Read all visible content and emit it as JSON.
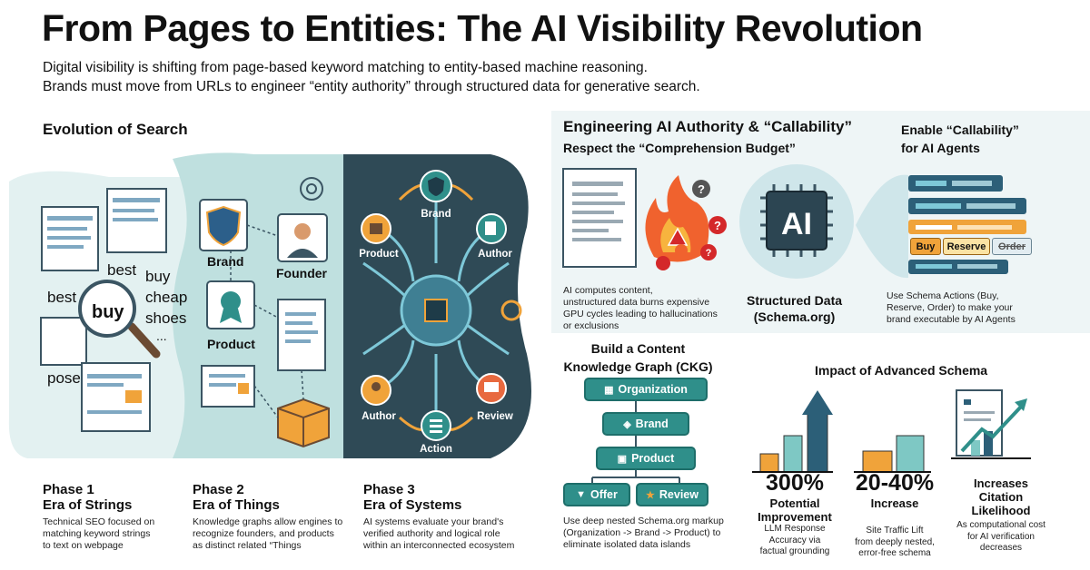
{
  "header": {
    "title": "From Pages to Entities: The AI Visibility Revolution",
    "subtitle_line1": "Digital visibility is shifting from page-based keyword matching to entity-based machine reasoning.",
    "subtitle_line2": "Brands must move from URLs to engineer “entity authority” through structured data for generative search."
  },
  "evolution": {
    "heading": "Evolution of Search",
    "strings_words": {
      "best1": "best",
      "buy1": "buy",
      "best2": "best",
      "cheap": "cheap",
      "shoes": "shoes",
      "buy_center": "buy",
      "pose": "pose",
      "ellipsis": "..."
    },
    "things_labels": {
      "brand": "Brand",
      "founder": "Founder",
      "product": "Product"
    },
    "systems_labels": {
      "brand": "Brand",
      "product": "Product",
      "author_top": "Author",
      "author_bottom": "Author",
      "review": "Review",
      "action": "Action"
    },
    "phases": [
      {
        "num": "Phase 1",
        "name": "Era of Strings",
        "desc": [
          "Technical SEO focused on",
          "matching keyword strings",
          "to text on webpage"
        ]
      },
      {
        "num": "Phase 2",
        "name": "Era of Things",
        "desc": [
          "Knowledge graphs allow engines to",
          "recognize founders, and products",
          "as distinct related “Things"
        ]
      },
      {
        "num": "Phase 3",
        "name": "Era of Systems",
        "desc": [
          "AI systems evaluate your brand's",
          "verified authority and logical role",
          "within an interconnected ecosystem"
        ]
      }
    ]
  },
  "engineering": {
    "heading": "Engineering AI Authority & “Callability”",
    "budget_heading": "Respect the “Comprehension Budget”",
    "budget_desc": [
      "AI computes content,",
      "unstructured data burns expensive",
      "GPU cycles leading to hallucinations",
      "or exclusions"
    ],
    "chip_text": "AI",
    "structured_data_label": [
      "Structured Data",
      "(Schema.org)"
    ],
    "callability_heading": [
      "Enable “Callability”",
      "for AI Agents"
    ],
    "actions": {
      "buy": "Buy",
      "reserve": "Reserve",
      "order": "Order"
    },
    "callability_desc": [
      "Use Schema Actions (Buy,",
      "Reserve, Order) to make your",
      "brand executable by AI Agents"
    ]
  },
  "ckg": {
    "heading": [
      "Build a Content",
      "Knowledge Graph (CKG)"
    ],
    "nodes": {
      "organization": "Organization",
      "brand": "Brand",
      "product": "Product",
      "offer": "Offer",
      "review": "Review"
    },
    "desc": [
      "Use deep nested Schema.org markup",
      "(Organization -> Brand -> Product) to",
      "eliminate isolated data islands"
    ]
  },
  "impact": {
    "heading": "Impact of Advanced Schema",
    "stats": [
      {
        "value": "300%",
        "label": [
          "Potential",
          "Improvement"
        ],
        "note": [
          "LLM Response",
          "Accuracy via",
          "factual grounding"
        ]
      },
      {
        "value": "20-40%",
        "label": [
          "Increase"
        ],
        "note": [
          "Site Traffic Lift",
          "from deeply nested,",
          "error-free schema"
        ]
      },
      {
        "value": "",
        "label": [
          "Increases",
          "Citation",
          "Likelihood"
        ],
        "note": [
          "As computational cost",
          "for AI verification",
          "decreases"
        ]
      }
    ]
  },
  "colors": {
    "teal": "#2f8f8a",
    "dark_slate": "#30444f",
    "orange": "#f0a33a",
    "light_teal": "#d6ecec"
  }
}
